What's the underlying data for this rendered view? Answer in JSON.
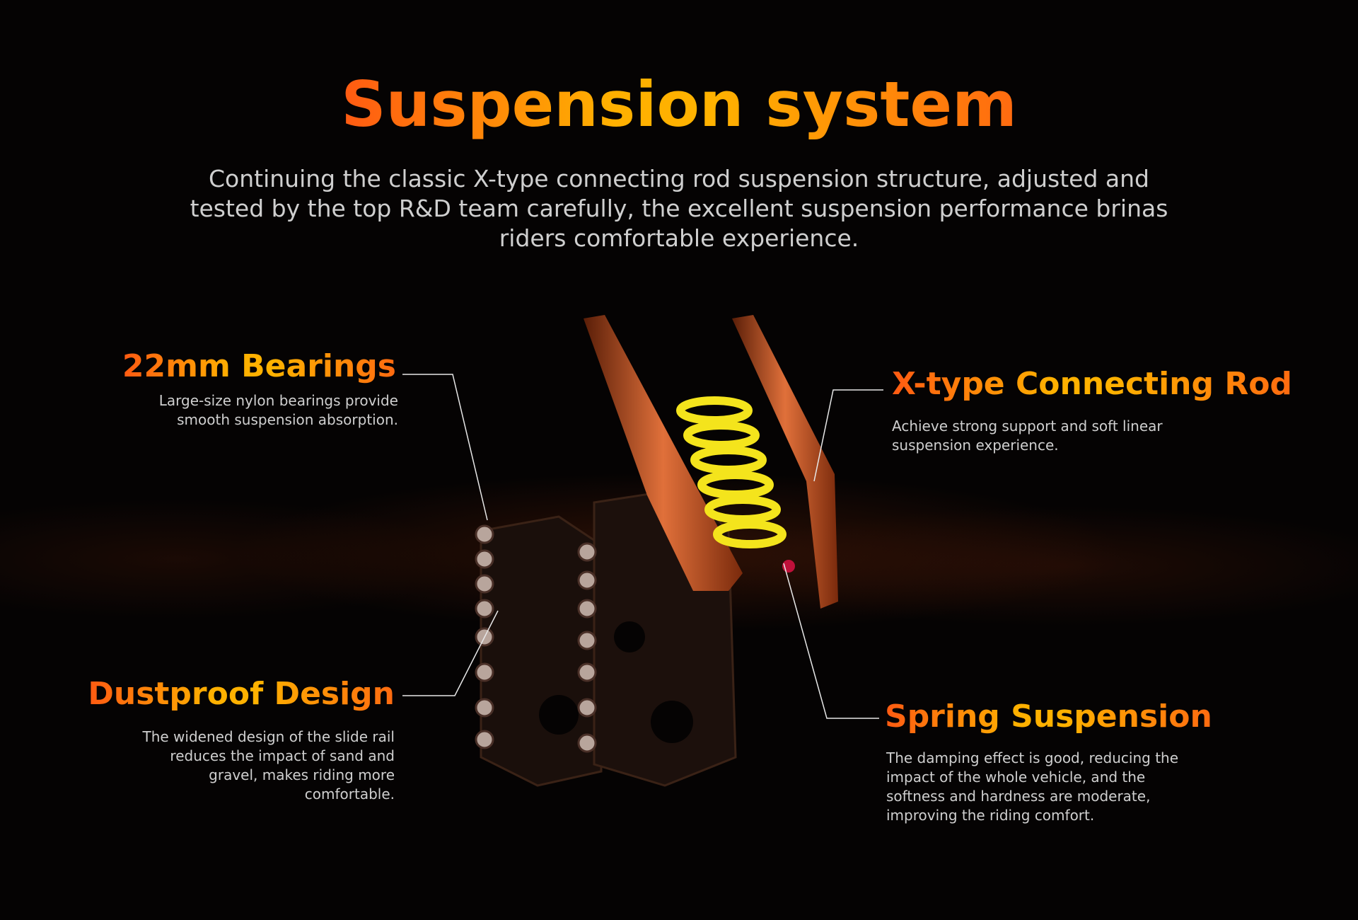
{
  "title": "Suspension system",
  "subtitle": "Continuing the classic X-type connecting rod suspension structure, adjusted and tested by the top R&D team carefully, the excellent suspension performance brinas riders comfortable experience.",
  "features": [
    {
      "title": "22mm Bearings",
      "description": "Large-size nylon bearings provide smooth suspension absorption."
    },
    {
      "title": "X-type Connecting Rod",
      "description": "Achieve strong support and soft linear suspension experience."
    },
    {
      "title": "Dustproof Design",
      "description": "The widened design of the slide rail reduces the impact of sand and gravel, makes riding more comfortable."
    },
    {
      "title": "Spring Suspension",
      "description": "The damping effect is good, reducing the impact of the whole vehicle, and the softness and hardness are moderate, improving the riding comfort."
    }
  ],
  "colors": {
    "accent_start": "#ff5a12",
    "accent_mid": "#ffb000",
    "spring": "#f4e41c",
    "arm": "#c8541e"
  }
}
